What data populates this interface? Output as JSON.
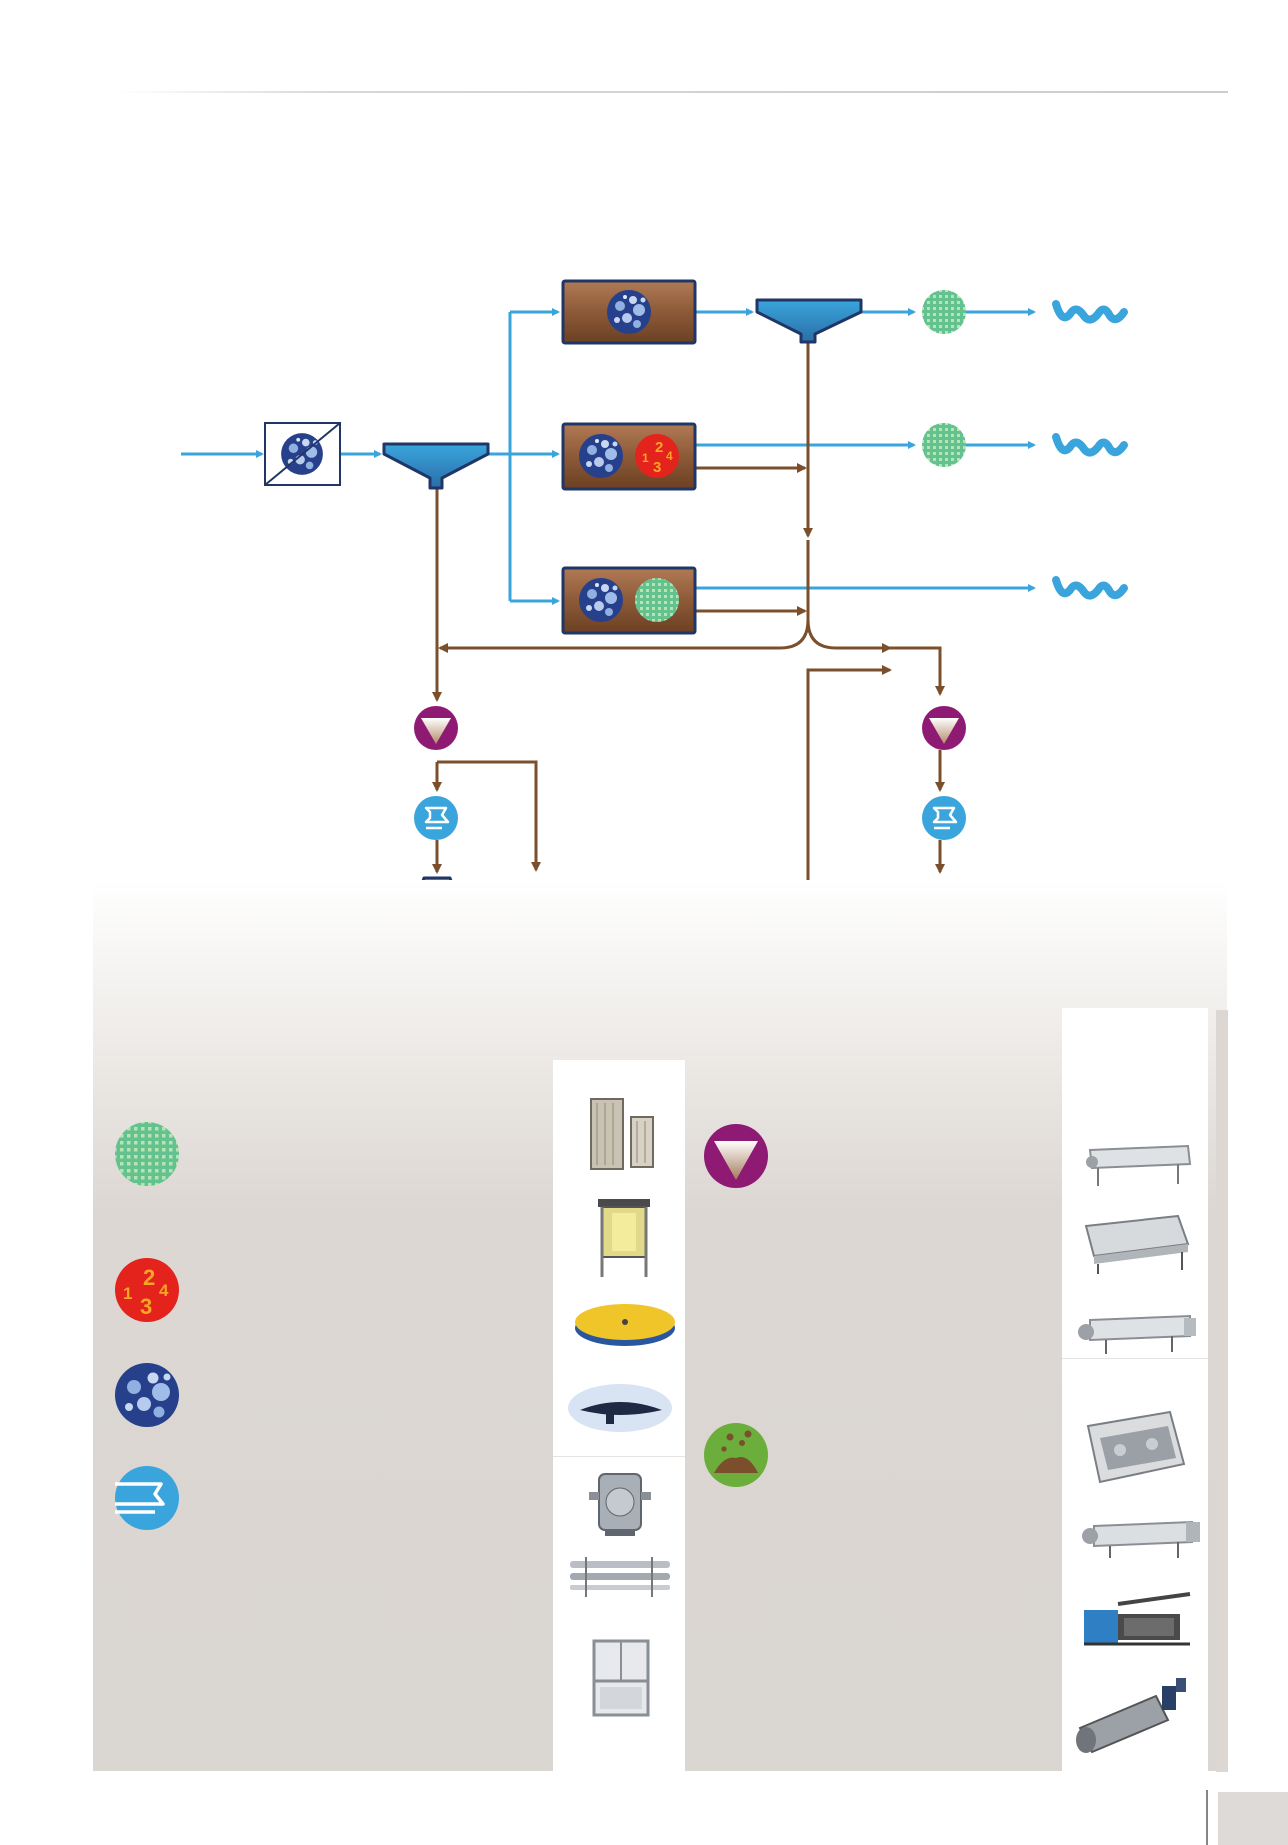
{
  "colors": {
    "water_line": "#3aa5dc",
    "sludge_line": "#7b4f2b",
    "tank_brown": "#8a5a3a",
    "tank_border": "#1f3667",
    "bubble_navy": "#27408b",
    "filter_green": "#63c28f",
    "step_red": "#e3231c",
    "step_orange": "#f5a623",
    "thickener_purple": "#8e1a74",
    "pump_blue": "#3aa5dc",
    "dewater_green": "#6bae3c",
    "panel_grey": "#dcd7d3"
  },
  "icons": {
    "filtration": "green-grid-filter-icon",
    "stepwise": "red-numbered-steps-icon",
    "aeration": "navy-bubbles-aeration-icon",
    "pump": "blue-pump-icon",
    "thickening": "purple-triangle-thickening-icon",
    "dewatering": "green-soil-dewatering-icon",
    "discharge": "blue-wave-discharge-icon",
    "reuse": "plant-sprout-icon"
  },
  "equipment": {
    "left_column": [
      "plate-filter-unit",
      "screen-unit",
      "disc-filter",
      "aerator-disc",
      "heat-exchanger",
      "tube-heat-exchanger",
      "sluice-gate"
    ],
    "right_column": [
      "drum-thickener",
      "rotary-drum-thickener",
      "screw-thickener",
      "belt-press",
      "decanter-centrifuge",
      "filter-press",
      "screw-press"
    ]
  }
}
